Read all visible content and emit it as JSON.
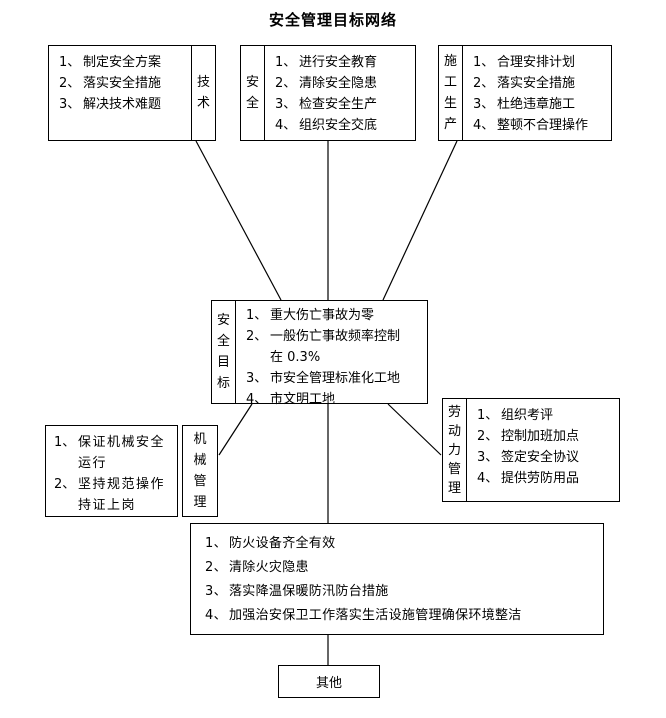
{
  "title": "安全管理目标网络",
  "nodes": {
    "technology": {
      "label": "技术",
      "items": [
        {
          "num": "1、",
          "text": "制定安全方案"
        },
        {
          "num": "2、",
          "text": "落实安全措施"
        },
        {
          "num": "3、",
          "text": "解决技术难题"
        }
      ]
    },
    "safety": {
      "label": "安全",
      "items": [
        {
          "num": "1、",
          "text": "进行安全教育"
        },
        {
          "num": "2、",
          "text": "清除安全隐患"
        },
        {
          "num": "3、",
          "text": "检查安全生产"
        },
        {
          "num": "4、",
          "text": "组织安全交底"
        }
      ]
    },
    "construction": {
      "label": "施工生产",
      "items": [
        {
          "num": "1、",
          "text": "合理安排计划"
        },
        {
          "num": "2、",
          "text": "落实安全措施"
        },
        {
          "num": "3、",
          "text": "杜绝违章施工"
        },
        {
          "num": "4、",
          "text": "整顿不合理操作"
        }
      ]
    },
    "goal": {
      "label": "安全目标",
      "items": [
        {
          "num": "1、",
          "text": "重大伤亡事故为零"
        },
        {
          "num": "2、",
          "text": "一般伤亡事故频率控制"
        },
        {
          "num": "",
          "text": "在 0.3%"
        },
        {
          "num": "3、",
          "text": "市安全管理标准化工地"
        },
        {
          "num": "4、",
          "text": "市文明工地"
        }
      ]
    },
    "labor": {
      "label": "劳动力管理",
      "items": [
        {
          "num": "1、",
          "text": "组织考评"
        },
        {
          "num": "2、",
          "text": "控制加班加点"
        },
        {
          "num": "3、",
          "text": "签定安全协议"
        },
        {
          "num": "4、",
          "text": "提供劳防用品"
        }
      ]
    },
    "machinery": {
      "label": "机械管理",
      "items": [
        {
          "num": "1、",
          "text": "保证机械安全"
        },
        {
          "num": "",
          "text": "运行"
        },
        {
          "num": "2、",
          "text": "坚持规范操作"
        },
        {
          "num": "",
          "text": "持证上岗"
        }
      ]
    },
    "fire": {
      "items": [
        {
          "num": "1、",
          "text": "防火设备齐全有效"
        },
        {
          "num": "2、",
          "text": "清除火灾隐患"
        },
        {
          "num": "3、",
          "text": "落实降温保暖防汛防台措施"
        },
        {
          "num": "4、",
          "text": "加强治安保卫工作落实生活设施管理确保环境整洁"
        }
      ]
    },
    "other": {
      "label": "其他"
    }
  },
  "colors": {
    "line": "#000000",
    "background": "#ffffff",
    "text": "#000000"
  }
}
